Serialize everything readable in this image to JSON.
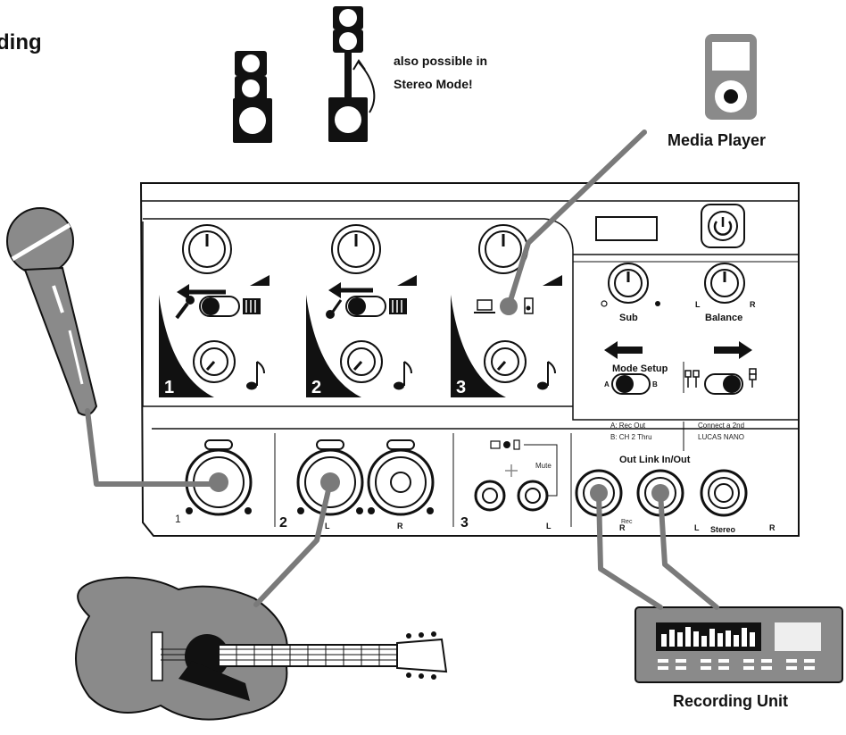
{
  "header": {
    "partial_title": "ding"
  },
  "stereo_note": {
    "line1": "also possible in",
    "line2": "Stereo Mode!"
  },
  "devices": {
    "media_player": "Media Player",
    "recording_unit": "Recording Unit"
  },
  "mixer": {
    "channels": [
      {
        "number": "1"
      },
      {
        "number": "2"
      },
      {
        "number": "3"
      }
    ],
    "sub_label": "Sub",
    "balance_label": "Balance",
    "balance_left": "L",
    "balance_right": "R",
    "mode_setup_label": "Mode Setup",
    "mode_switch_a": "A",
    "mode_switch_b": "B",
    "rec_out_a": "A: Rec Out",
    "rec_out_b": "B: CH 2 Thru",
    "connect_line1": "Connect a 2nd",
    "connect_line2": "LUCAS NANO",
    "out_link_label": "Out Link In/Out",
    "jack_labels": {
      "ch1_bottom": "1",
      "ch2_bottom": "2",
      "ch2_l": "L",
      "ch2_r": "R",
      "ch3_bottom": "3",
      "ch3_mute": "Mute",
      "ch3_l": "L",
      "rec_r": "R",
      "rec_rec": "Rec",
      "link_l": "L",
      "stereo": "Stereo",
      "link_r": "R"
    }
  },
  "colors": {
    "line": "#111111",
    "cable": "#7a7a7a",
    "panel": "#ffffff",
    "grey_device": "#8a8a8a"
  }
}
